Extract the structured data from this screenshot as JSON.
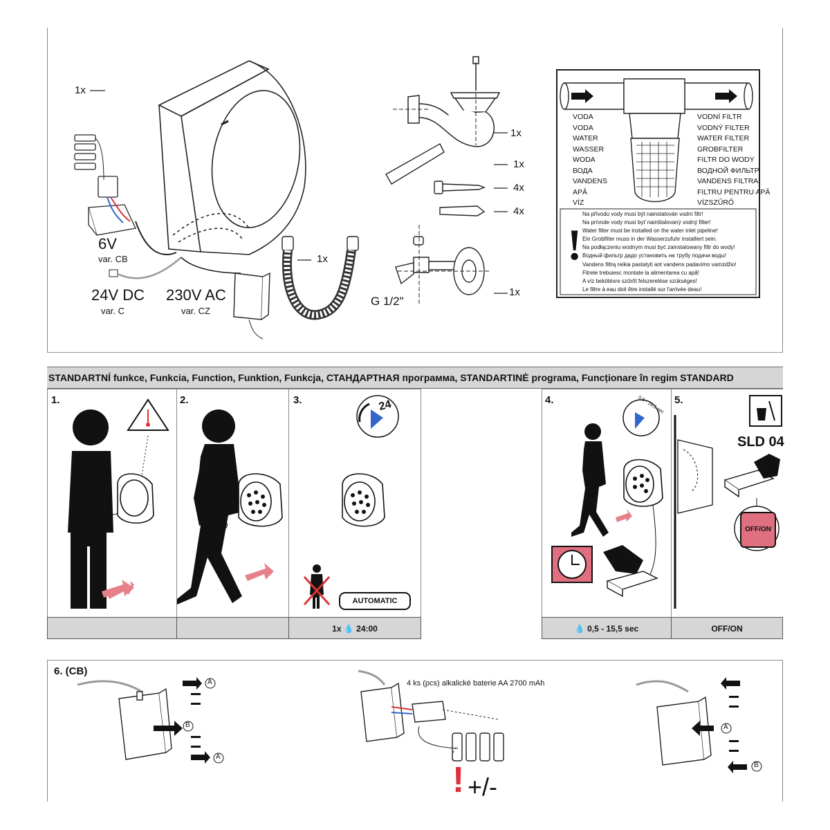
{
  "top": {
    "qty_1x": "1x",
    "qty_4x": "4x",
    "power": {
      "v6": "6V",
      "v6_var": "var. CB",
      "dc": "24V DC",
      "dc_var": "var. C",
      "ac": "230V AC",
      "ac_var": "var. CZ"
    },
    "valve_thread": "G 1/2\"",
    "filter": {
      "left_labels": [
        "VODA",
        "VODA",
        "WATER",
        "WASSER",
        "WODA",
        "ВОДА",
        "VANDENS",
        "APĂ",
        "VÍZ"
      ],
      "right_labels": [
        "VODNÍ FILTR",
        "VODNÝ FILTER",
        "WATER FILTER",
        "GROBFILTER",
        "FILTR DO WODY",
        "ВОДНОЙ ФИЛЬТР",
        "VANDENS FILTRAI",
        "FILTRU PENTRU APĂ",
        "VÍZSZŰRŐ"
      ],
      "warning_mark": "!",
      "warnings": [
        "Na přívodu vody musí být nainstalován vodní filtr!",
        "Na prívode vody musí byť nainštalovaný vodný filter!",
        "Water filter must be installed on the water inlet pipeline!",
        "Ein Grobfilter muss in der Wasserzufuhr installiert sein.",
        "Na podłączeniu wodnym musi być zainstalowany filtr do wody!",
        "Водный фильтр дадо установить на трубу подачи воды!",
        "Vandens filtrą reikia pastatyti ant vandens padavimo vamzdžio!",
        "Fitrele trebuiesc montate la alimentarea cu apă!",
        "A víz bekötésre szűrőt felszerelése szükséges!",
        "Le filtre à eau doit être installé sur l'arrivée deau!"
      ]
    }
  },
  "banner": "STANDARTNÍ funkce, Funkcia, Function, Funktion, Funkcja, СТАНДАРТНАЯ программа, STANDARTINĖ programa, Funcționare în regim STANDARD",
  "steps": {
    "s1": "1.",
    "s2": "2.",
    "s3": "3.",
    "s4": "4.",
    "s5": "5.",
    "timer_24": "24",
    "range_label": "0,5 - 15,5 sec",
    "automatic": "AUTOMATIC",
    "sld": "SLD 04",
    "offon_button": "OFF/ON",
    "footer_3_prefix": "1x",
    "footer_3_value": "24:00",
    "footer_4": "0,5 - 15,5 sec",
    "footer_5": "OFF/ON"
  },
  "bottom": {
    "title": "6. (CB)",
    "battery_note": "4 ks (pcs) alkalické baterie AA 2700 mAh",
    "polarity": "+/-",
    "polarity_mark": "!",
    "circle_a": "A",
    "circle_b": "B"
  },
  "colors": {
    "accent_red": "#e07080",
    "arrow_pink": "#e8808a",
    "panel_grey": "#d6d6d6"
  }
}
